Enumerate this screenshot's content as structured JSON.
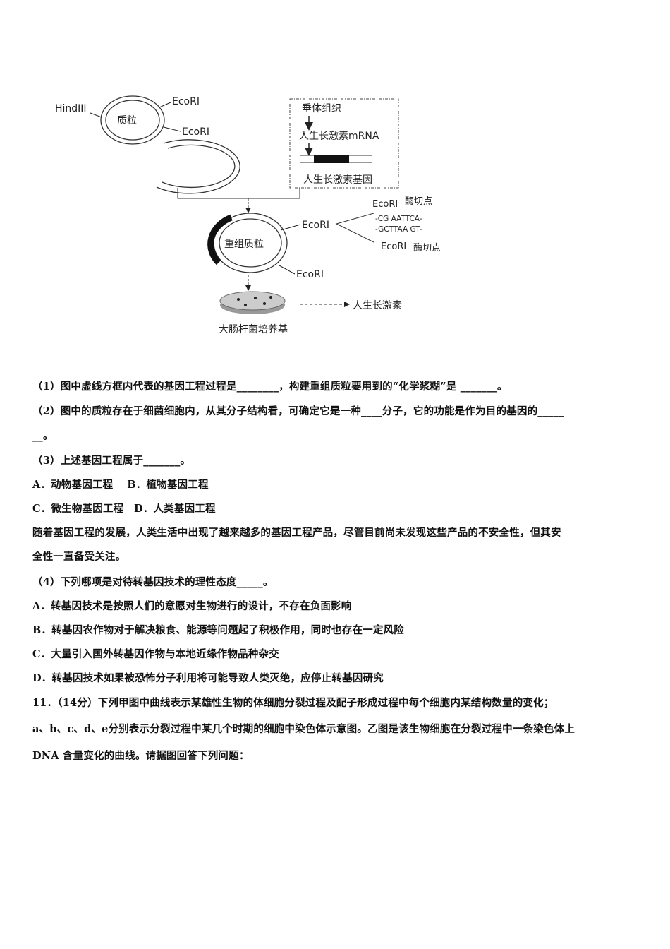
{
  "figure": {
    "hind": "HindIII",
    "ecori": "EcoRI",
    "plasmid": "质粒",
    "tissue": "垂体组织",
    "mrna": "人生长激素mRNA",
    "gene": "人生长激素基因",
    "recombinant": "重组质粒",
    "cut_site": "酶切点",
    "seq_top": "-CG AATTCA-",
    "seq_bottom": "-GCTTAA GT-",
    "hormone": "人生长激素",
    "medium": "大肠杆菌培养基"
  },
  "lines": [
    "（1）图中虚线方框内代表的基因工程过程是________，构建重组质粒要用到的“化学浆糊”是 _______。",
    "（2）图中的质粒存在于细菌细胞内，从其分子结构看，可确定它是一种____分子，它的功能是作为目的基因的_____",
    "__。",
    "（3）上述基因工程属于_______。",
    "A．动物基因工程　 B．植物基因工程",
    "C．微生物基因工程　D．人类基因工程",
    "随着基因工程的发展，人类生活中出现了越来越多的基因工程产品，尽管目前尚未发现这些产品的不安全性，但其安",
    "全性一直备受关注。",
    "（4）下列哪项是对待转基因技术的理性态度_____。",
    "A．转基因技术是按照人们的意愿对生物进行的设计，不存在负面影响",
    "B．转基因农作物对于解决粮食、能源等问题起了积极作用，同时也存在一定风险",
    "C．大量引入国外转基因作物与本地近缘作物品种杂交",
    "D．转基因技术如果被恐怖分子利用将可能导致人类灭绝，应停止转基因研究",
    "11．（14分）下列甲图中曲线表示某雄性生物的体细胞分裂过程及配子形成过程中每个细胞内某结构数量的变化；",
    "a、b、c、d、e分别表示分裂过程中某几个时期的细胞中染色体示意图。乙图是该生物细胞在分裂过程中一条染色体上",
    "DNA 含量变化的曲线。请据图回答下列问题："
  ]
}
